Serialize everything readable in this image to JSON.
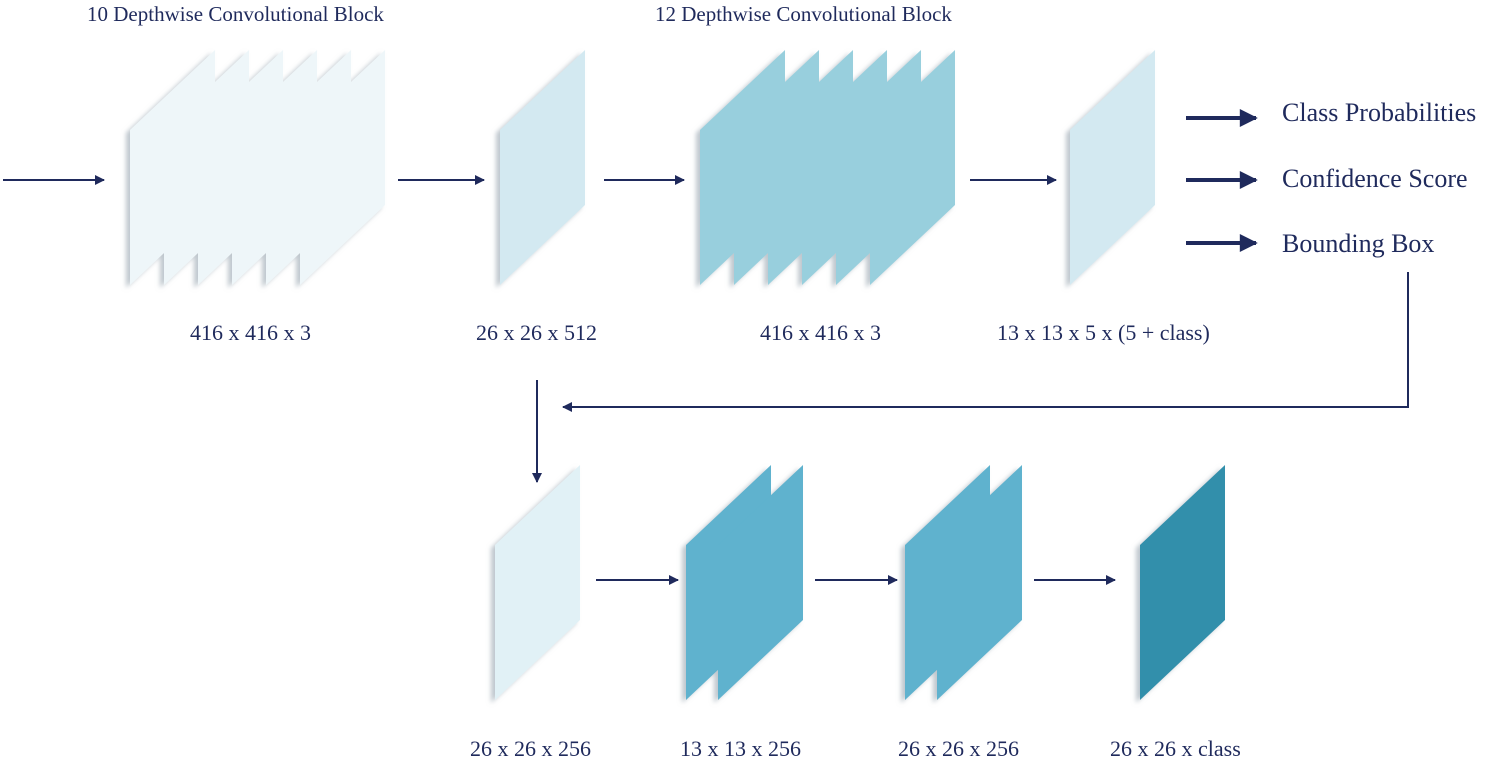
{
  "blocks": {
    "block1_title": "10 Depthwise Convolutional Block",
    "block2_title": "12 Depthwise Convolutional Block"
  },
  "dims": {
    "d1": "416 x 416 x 3",
    "d2": "26 x 26 x 512",
    "d3": "416 x 416 x 3",
    "d4": "13 x 13 x 5 x (5 + class)",
    "d5": "26 x 26 x 256",
    "d6": "13 x 13 x 256",
    "d7": "26 x 26 x 256",
    "d8": "26 x 26 x class"
  },
  "outputs": {
    "o1": "Class Probabilities",
    "o2": "Confidence Score",
    "o3": "Bounding Box"
  },
  "colors": {
    "text": "#1f2a5c",
    "arrow": "#1f2a5c",
    "plane_pale": "#eef6f9",
    "plane_light": "#d3e9f1",
    "plane_mid": "#98cfdd",
    "plane_lightest": "#e1f1f6",
    "plane_teal": "#5eb2ce",
    "plane_dark": "#318fab"
  }
}
